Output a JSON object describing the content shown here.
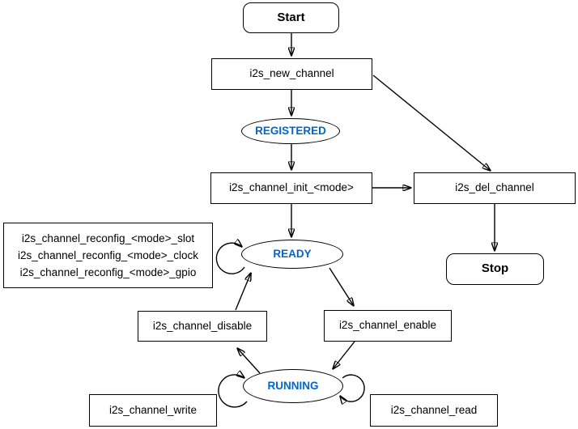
{
  "diagram": {
    "kind": "state-flow-diagram",
    "colors": {
      "background": "#FFFFFF",
      "stroke": "#000000",
      "text": "#000000",
      "state_text": "#0066CC",
      "node_fill": "#FFFFFF"
    },
    "nodes": {
      "start": {
        "label": "Start",
        "type": "terminal"
      },
      "new_channel": {
        "label": "i2s_new_channel",
        "type": "process"
      },
      "registered": {
        "label": "REGISTERED",
        "type": "state"
      },
      "init": {
        "label": "i2s_channel_init_<mode>",
        "type": "process"
      },
      "del_channel": {
        "label": "i2s_del_channel",
        "type": "process"
      },
      "reconfig": {
        "type": "process",
        "lines": [
          "i2s_channel_reconfig_<mode>_slot",
          "i2s_channel_reconfig_<mode>_clock",
          "i2s_channel_reconfig_<mode>_gpio"
        ]
      },
      "ready": {
        "label": "READY",
        "type": "state"
      },
      "stop": {
        "label": "Stop",
        "type": "terminal"
      },
      "disable": {
        "label": "i2s_channel_disable",
        "type": "process"
      },
      "enable": {
        "label": "i2s_channel_enable",
        "type": "process"
      },
      "running": {
        "label": "RUNNING",
        "type": "state"
      },
      "write": {
        "label": "i2s_channel_write",
        "type": "process"
      },
      "read": {
        "label": "i2s_channel_read",
        "type": "process"
      }
    },
    "edges": [
      {
        "from": "Start",
        "to": "i2s_new_channel"
      },
      {
        "from": "i2s_new_channel",
        "to": "REGISTERED"
      },
      {
        "from": "i2s_new_channel",
        "to": "i2s_del_channel"
      },
      {
        "from": "REGISTERED",
        "to": "i2s_channel_init_<mode>"
      },
      {
        "from": "i2s_channel_init_<mode>",
        "to": "i2s_del_channel"
      },
      {
        "from": "i2s_channel_init_<mode>",
        "to": "READY"
      },
      {
        "from": "i2s_del_channel",
        "to": "Stop"
      },
      {
        "from": "READY",
        "to": "READY",
        "side": "left"
      },
      {
        "from": "i2s_channel_disable",
        "to": "READY"
      },
      {
        "from": "READY",
        "to": "i2s_channel_enable"
      },
      {
        "from": "i2s_channel_enable",
        "to": "RUNNING"
      },
      {
        "from": "RUNNING",
        "to": "i2s_channel_disable"
      },
      {
        "from": "RUNNING",
        "to": "RUNNING",
        "side": "left"
      },
      {
        "from": "RUNNING",
        "to": "RUNNING",
        "side": "right"
      }
    ]
  }
}
